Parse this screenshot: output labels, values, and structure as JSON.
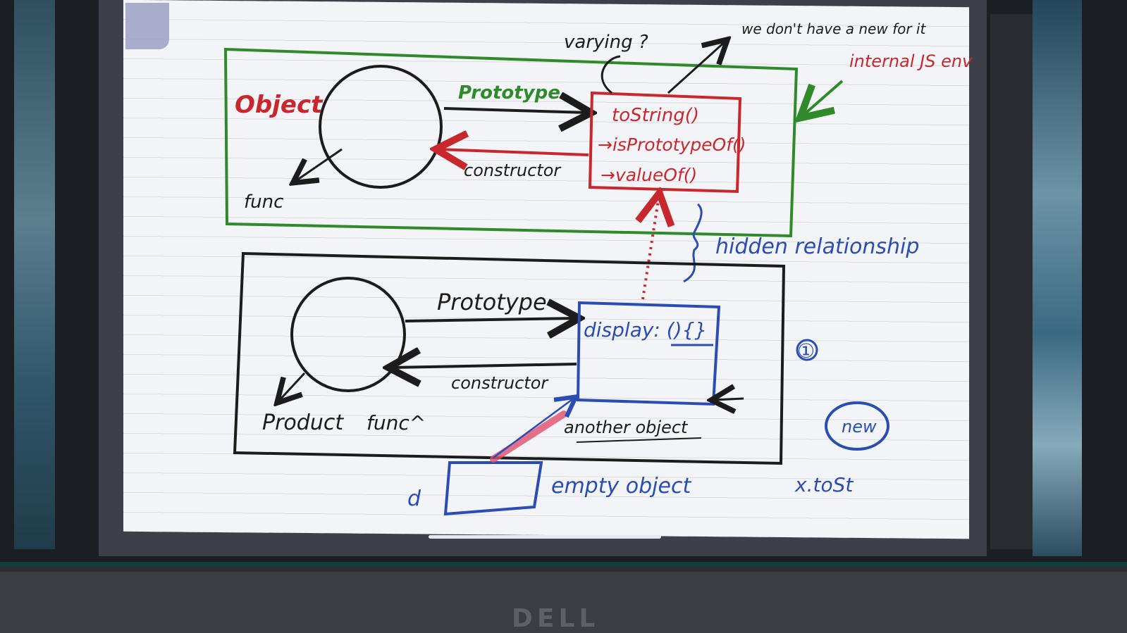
{
  "brand": "DELL",
  "diagram": {
    "top_panel": {
      "object_label": "Object",
      "func_label": "func",
      "prototype_arrow": "Prototype",
      "constructor_arrow": "constructor",
      "methods": [
        "toString()",
        "→isPrototypeOf()",
        "→valueOf()"
      ],
      "note_top_left": "varying ?",
      "note_top_right": "we don't have a new for it",
      "internal_note": "internal JS env"
    },
    "relationship_note": "hidden relationship",
    "bottom_panel": {
      "product_label": "Product",
      "func_label": "func^",
      "prototype_arrow": "Prototype",
      "constructor_arrow": "constructor",
      "display_text": "display: (){}",
      "another_object": "another object",
      "marker": "①"
    },
    "empty_object": {
      "var_label": "d",
      "label": "empty object"
    },
    "new_badge": "new",
    "x_tostring": "x.toSt"
  },
  "colors": {
    "green": "#2e8a2a",
    "red": "#c8282d",
    "blue": "#2a4db3",
    "black": "#1c1c1c",
    "highlight": "#e0506a"
  }
}
